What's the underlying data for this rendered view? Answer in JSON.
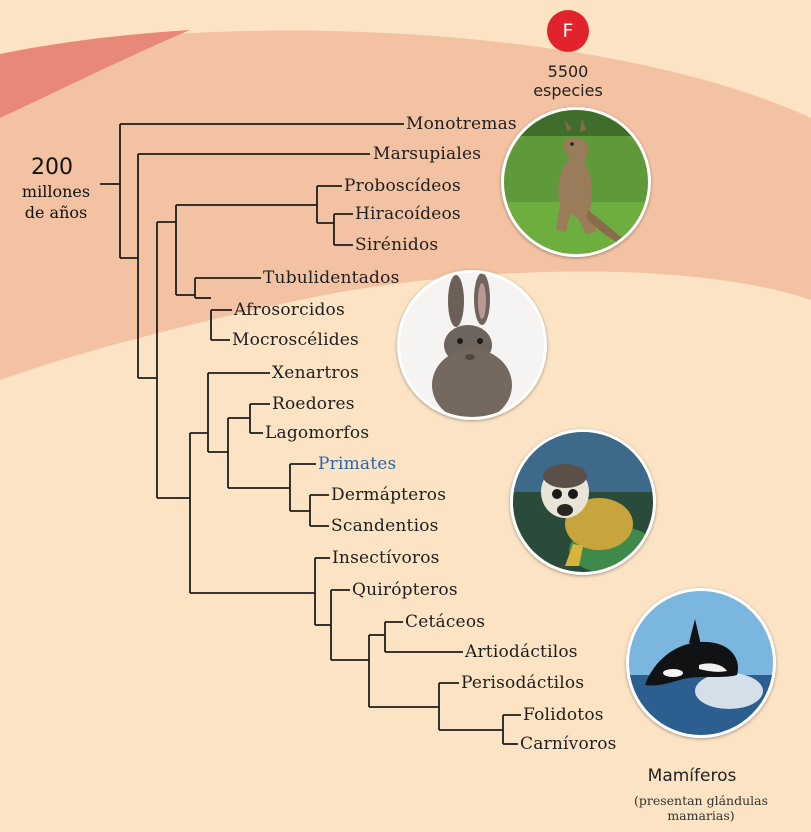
{
  "badge": {
    "letter": "F",
    "count": "5500\nespecies"
  },
  "age": {
    "value": "200",
    "unit": "millones\nde años"
  },
  "taxa": [
    "Monotremas",
    "Marsupiales",
    "Proboscídeos",
    "Hiracoídeos",
    "Sirénidos",
    "Tubulidentados",
    "Afrosorcidos",
    "Mocroscélides",
    "Xenartros",
    "Roedores",
    "Lagomorfos",
    "Primates",
    "Dermápteros",
    "Scandentios",
    "Insectívoros",
    "Quirópteros",
    "Cetáceos",
    "Artiodáctilos",
    "Perisodáctilos",
    "Folidotos",
    "Carnívoros"
  ],
  "highlighted_taxon": "Primates",
  "caption": {
    "title": "Mamíferos",
    "subtitle": "(presentan glándulas\nmamarias)"
  },
  "photos": [
    "kangaroo-photo",
    "rabbit-photo",
    "monkey-photo",
    "orca-photo"
  ],
  "colors": {
    "background": "#fbe3c4",
    "band": "#f3c2a2",
    "band_accent": "#e88878",
    "badge": "#e3232b",
    "highlight": "#2c66a8",
    "line": "#1e1e1e"
  }
}
